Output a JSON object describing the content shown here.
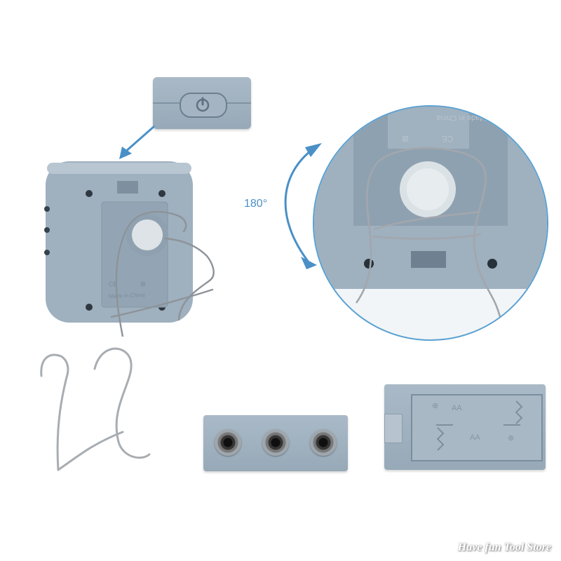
{
  "callout_arrow_color": "#4a90c6",
  "device_color": "#9fb0bf",
  "rotation_label": "180°",
  "device_back_text": {
    "made_in": "Made in China",
    "ce_mark": "CE"
  },
  "battery_compartment": {
    "battery_type_top": "AA",
    "battery_type_bottom": "AA",
    "plus_symbol": "⊕"
  },
  "store_watermark": "Have fun Tool Store"
}
